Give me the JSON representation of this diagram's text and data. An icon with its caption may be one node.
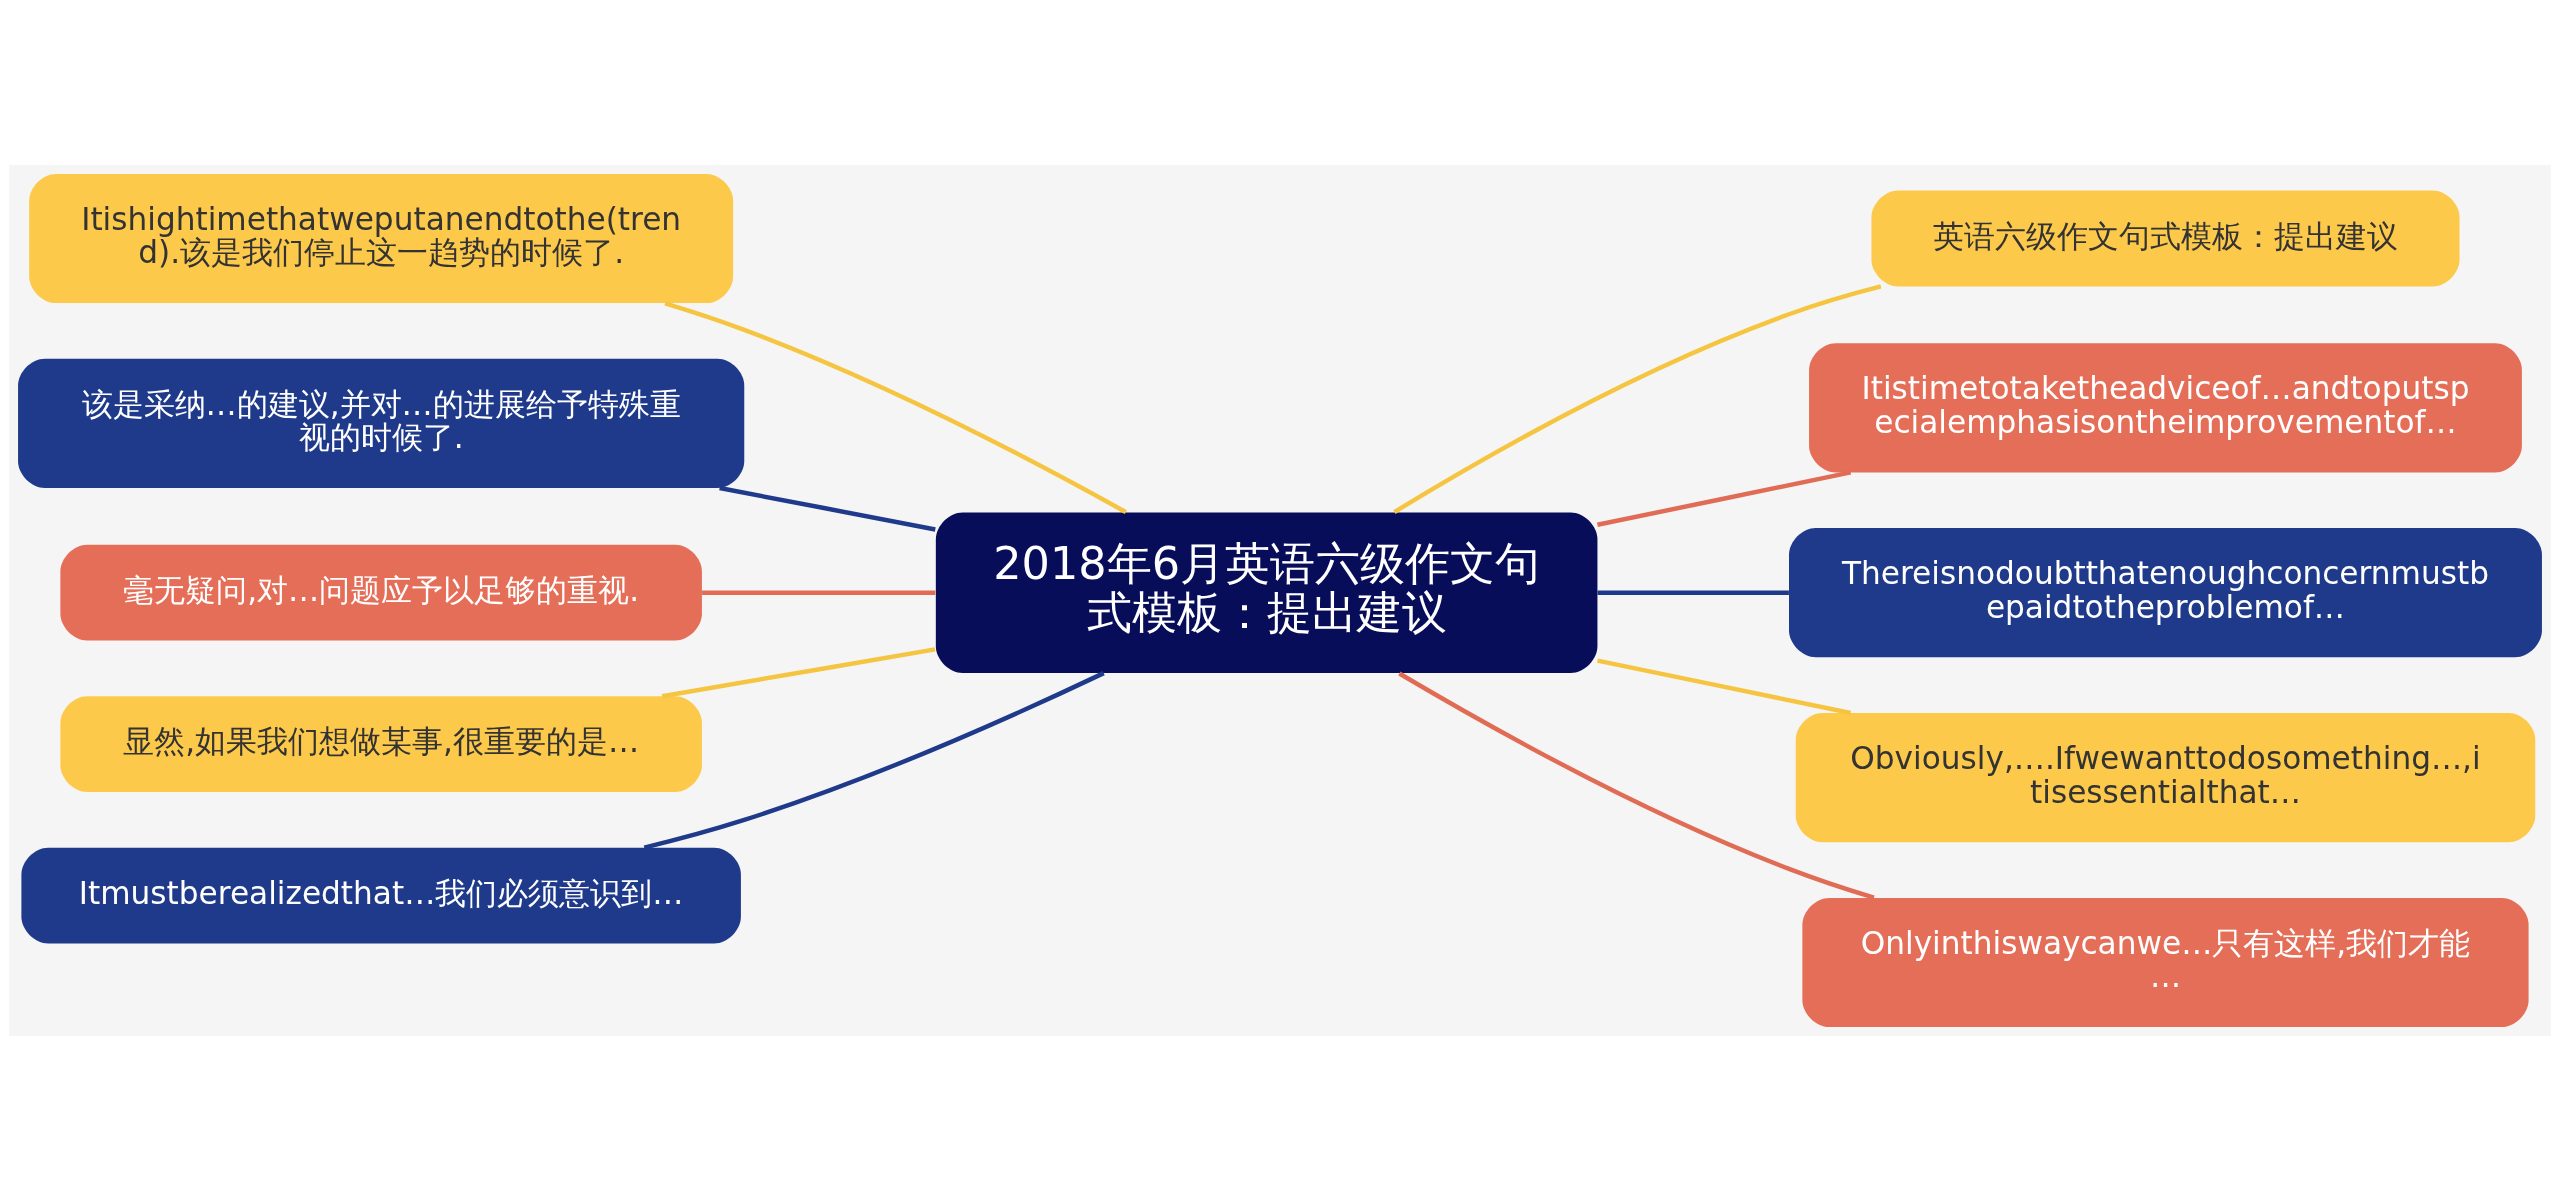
{
  "diagram": {
    "nodes": [
      {
        "text": [
          "2018年6月英语六级作文句式模板：提出建议"
        ]
      },
      {
        "text": [
          "Itishightimethatweputanendtothe(trend).该是我们停止这一趋势的时候了."
        ]
      },
      {
        "text": [
          "该是采纳…的建议,并对…的进展给予特殊重视的时候了."
        ]
      },
      {
        "text": [
          "毫无疑问,对…问题应予以足够的重视."
        ]
      },
      {
        "text": [
          "显然,如果我们想做某事,很重要的是…"
        ]
      },
      {
        "text": [
          "Itmustberealizedthat…我们必须意识到…"
        ]
      },
      {
        "text": [
          "英语六级作文句式模板：提出建议"
        ]
      },
      {
        "text": [
          "Itistimetotaketheadviceof…andtoputspecialemphasisontheimprovementof…"
        ]
      },
      {
        "text": [
          "Thereisnodoubtthatenoughconcernmustbepaidtotheproblemof…"
        ]
      },
      {
        "text": [
          "Obviously,….Ifwewanttodosomething…,itisessentialthat…"
        ]
      },
      {
        "text": [
          "Onlyinthiswaycanwe…只有这样,我们才能…"
        ]
      }
    ],
    "edges": [
      {
        "from": 1,
        "to": 0,
        "arrow": "none",
        "color": "#f5c542"
      },
      {
        "from": 2,
        "to": 0,
        "arrow": "none",
        "color": "#1f3a8a"
      },
      {
        "from": 3,
        "to": 0,
        "arrow": "none",
        "color": "#e06c55"
      },
      {
        "from": 4,
        "to": 0,
        "arrow": "none",
        "color": "#f5c542"
      },
      {
        "from": 5,
        "to": 0,
        "arrow": "none",
        "color": "#1f3a8a"
      },
      {
        "from": 0,
        "to": 6,
        "arrow": "none",
        "color": "#f5c542"
      },
      {
        "from": 0,
        "to": 7,
        "arrow": "none",
        "color": "#e06c55"
      },
      {
        "from": 0,
        "to": 8,
        "arrow": "none",
        "color": "#1f3a8a"
      },
      {
        "from": 0,
        "to": 9,
        "arrow": "none",
        "color": "#f5c542"
      },
      {
        "from": 0,
        "to": 10,
        "arrow": "none",
        "color": "#e06c55"
      }
    ]
  }
}
